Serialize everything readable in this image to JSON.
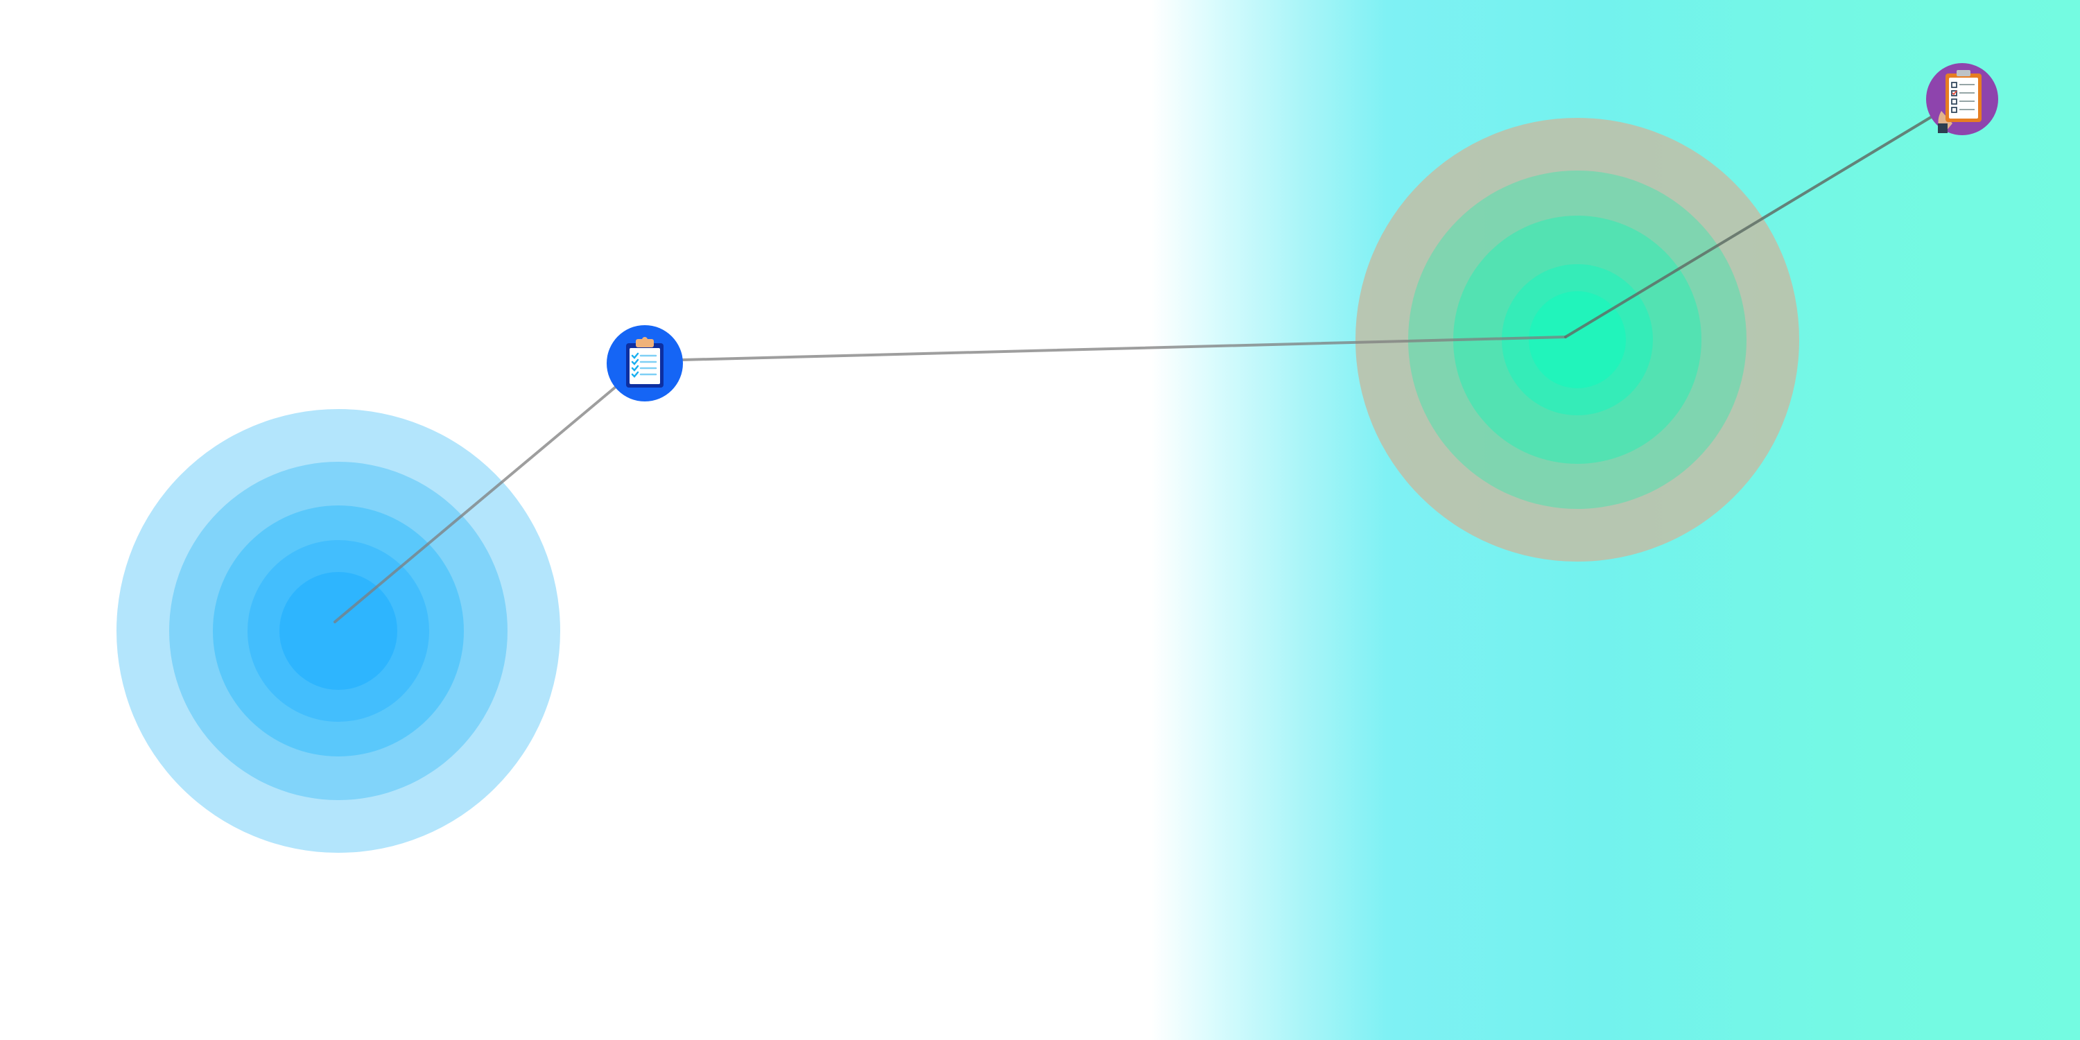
{
  "colors": {
    "background": "#ffffff",
    "gradient_right": "#74fbe1",
    "connector_line": "#9e9e9e",
    "hub_left_rings": [
      "#b3e5fc",
      "#81d4fa",
      "#5ac8fb",
      "#43befd",
      "#2eb5fe"
    ],
    "hub_right_rings": [
      "#bcc2ab",
      "#7bd6b0",
      "#4fe3b2",
      "#33edb8",
      "#20f4bb"
    ],
    "checklist_node_bg": "#1565f5",
    "checklist_node_accent": "#f0b27a",
    "survey_node_bg": "#8e44ad",
    "survey_node_accent": "#e67e22"
  },
  "nodes": [
    {
      "id": "hub-left",
      "icon": "radar-hub-icon"
    },
    {
      "id": "checklist",
      "icon": "clipboard-checklist-icon"
    },
    {
      "id": "hub-right",
      "icon": "radar-hub-icon"
    },
    {
      "id": "survey",
      "icon": "clipboard-survey-icon"
    }
  ],
  "edges": [
    {
      "from": "hub-left",
      "to": "checklist"
    },
    {
      "from": "checklist",
      "to": "hub-right"
    },
    {
      "from": "hub-right",
      "to": "survey"
    }
  ]
}
